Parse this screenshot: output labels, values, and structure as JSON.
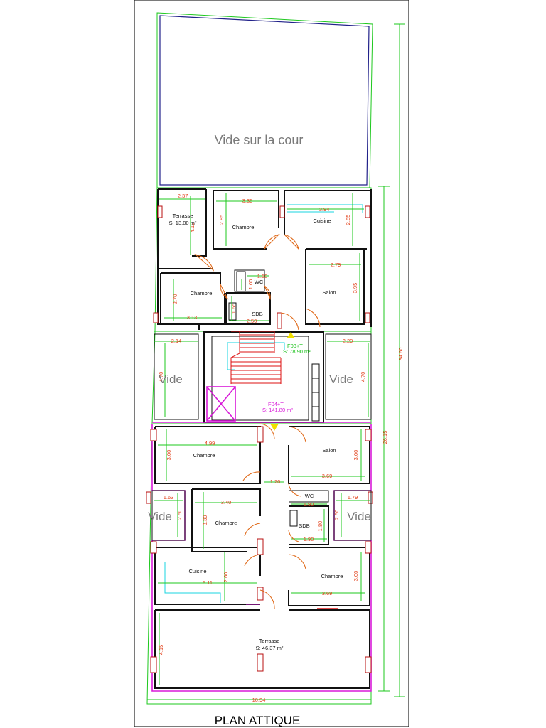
{
  "title": "PLAN ATTIQUE",
  "cour": "Vide sur la cour",
  "rooms": {
    "terrasse1": "Terrasse",
    "terrasse1_area": "S: 13.00 m²",
    "chambre1": "Chambre",
    "cuisine1": "Cuisine",
    "chambre2": "Chambre",
    "wc1": "WC",
    "salon1": "Salon",
    "sdb1": "SDB",
    "chambre3": "Chambre",
    "salon2": "Salon",
    "wc2": "WC",
    "chambre4": "Chambre",
    "sdb2": "SDB",
    "cuisine2": "Cuisine",
    "chambre5": "Chambre",
    "terrasse2": "Terrasse",
    "terrasse2_area": "S: 46.37 m²"
  },
  "vides": [
    "Vide",
    "Vide",
    "Vide",
    "Vide"
  ],
  "units": {
    "f03": "F03+T",
    "f03_area": "S: 78.90 m²",
    "f04": "F04+T",
    "f04_area": "S: 141.80 m²"
  },
  "dims": {
    "d237": "2.37",
    "d335": "3.35",
    "d394": "3.94",
    "d285a": "2.85",
    "d285b": "2.85",
    "d410": "4.10",
    "d150": "1.50",
    "d100": "1.00",
    "d279": "2.79",
    "d395": "3.95",
    "d270a": "2.70",
    "d165": "1.65",
    "d313": "3.13",
    "d250a": "2.50",
    "d214": "2.14",
    "d229": "2.29",
    "d470a": "4.70",
    "d470b": "4.70",
    "d499": "4.99",
    "d300a": "3.00",
    "d300b": "3.00",
    "d369a": "3.69",
    "d120": "1.20",
    "d163": "1.63",
    "d190a": "1.90",
    "d179": "1.79",
    "d250b": "2.50",
    "d330": "3.30",
    "d340": "3.40",
    "d180": "1.80",
    "d250c": "2.50",
    "d190b": "1.90",
    "d511": "5.11",
    "d260": "2.60",
    "d300c": "3.00",
    "d369b": "3.69",
    "d415": "4.15",
    "d1094": "10.94",
    "d2615": "26.15",
    "d3460": "34.60"
  }
}
